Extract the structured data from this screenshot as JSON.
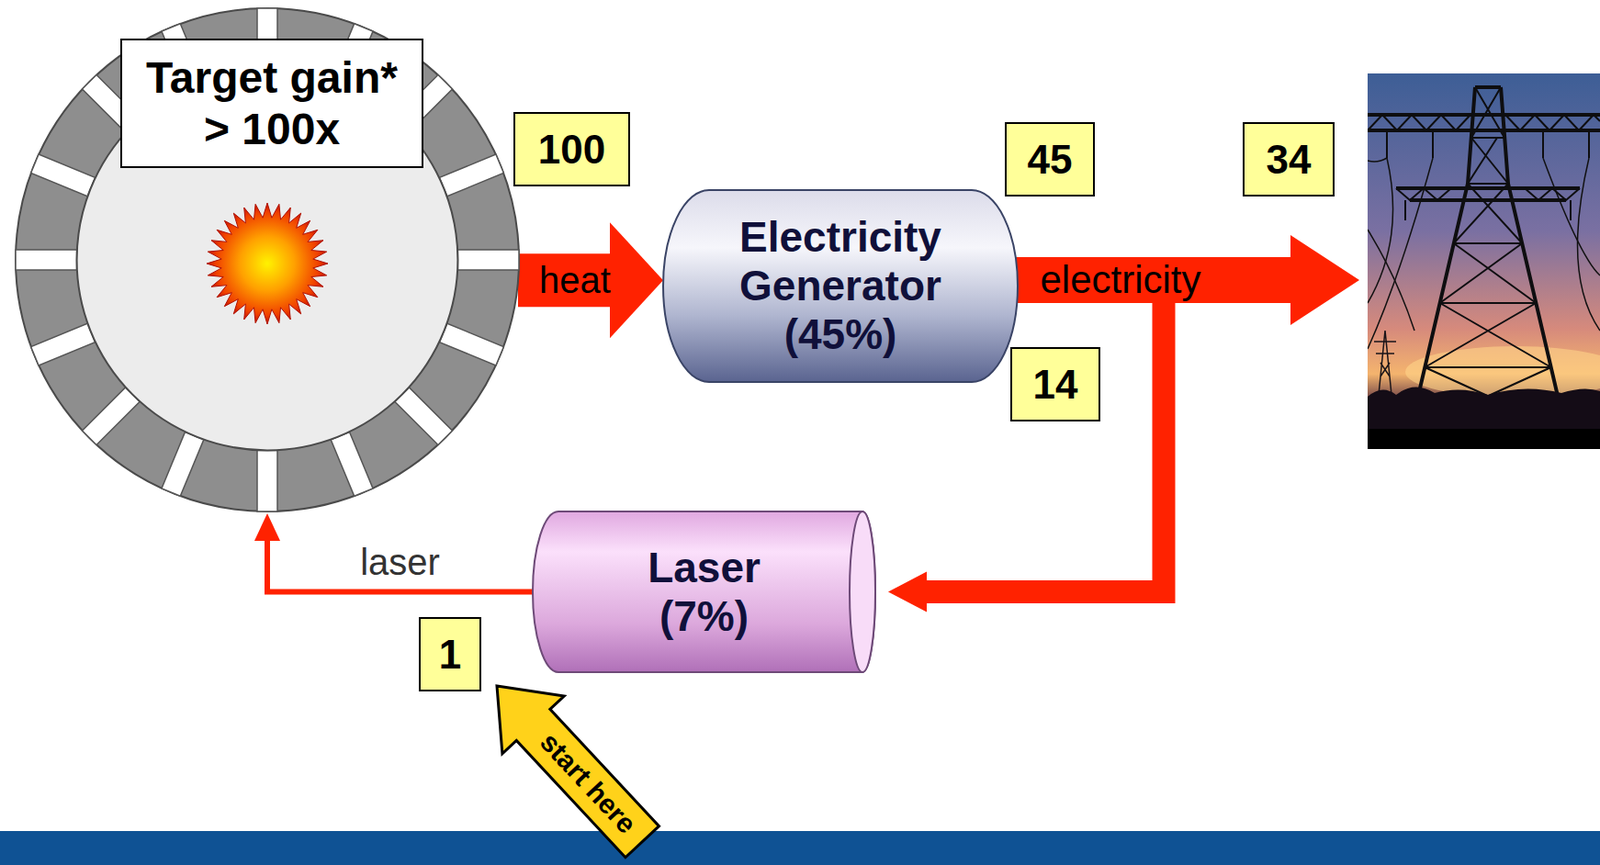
{
  "diagram": {
    "nodes": [
      {
        "text": [
          "Target gain* > 100x"
        ]
      },
      {
        "text": [
          "Electricity Generator (45%)"
        ]
      },
      {
        "text": [
          "Laser (7%)"
        ]
      }
    ],
    "edges": [
      {
        "from": 0,
        "to": 1,
        "arrow": "to",
        "label": "heat"
      },
      {
        "from": 1,
        "to": 2,
        "arrow": "to"
      },
      {
        "from": 2,
        "to": 0,
        "arrow": "to",
        "label": "laser"
      }
    ],
    "labels": [
      "100",
      "45",
      "34",
      "14",
      "1",
      "electricity",
      "start here"
    ]
  }
}
